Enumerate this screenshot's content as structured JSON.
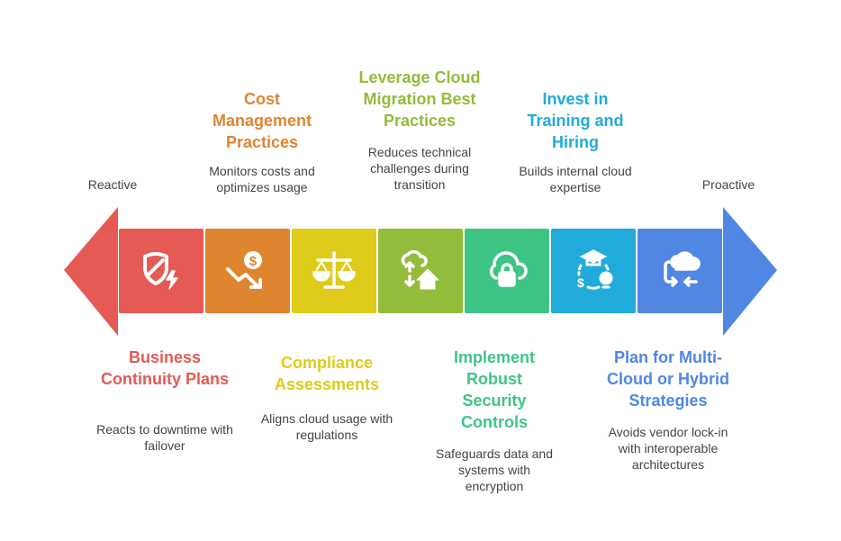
{
  "scale": {
    "left_label": "Reactive",
    "right_label": "Proactive"
  },
  "colors": [
    "#E55A55",
    "#DF842F",
    "#DFCB19",
    "#93BC3A",
    "#3EC585",
    "#21ABDA",
    "#4F87E3"
  ],
  "steps": [
    {
      "title": "Business Continuity Plans",
      "desc": "Reacts to downtime with failover",
      "icon": "shield-lightning-icon",
      "color": "#E55A55"
    },
    {
      "title": "Cost Management Practices",
      "desc": "Monitors costs and optimizes usage",
      "icon": "dollar-trend-down-icon",
      "color": "#DF842F"
    },
    {
      "title": "Compliance Assessments",
      "desc": "Aligns cloud usage with regulations",
      "icon": "balance-scale-icon",
      "color": "#DFCB19"
    },
    {
      "title": "Leverage Cloud Migration Best Practices",
      "desc": "Reduces technical challenges during transition",
      "icon": "cloud-migration-home-icon",
      "color": "#93BC3A"
    },
    {
      "title": "Implement Robust Security Controls",
      "desc": "Safeguards data and systems with encryption",
      "icon": "cloud-lock-icon",
      "color": "#3EC585"
    },
    {
      "title": "Invest in Training and Hiring",
      "desc": "Builds internal cloud expertise",
      "icon": "graduation-cap-cycle-icon",
      "color": "#21ABDA"
    },
    {
      "title": "Plan for Multi-Cloud or Hybrid Strategies",
      "desc": "Avoids vendor lock-in with interoperable architectures",
      "icon": "cloud-arrows-icon",
      "color": "#4F87E3"
    }
  ]
}
